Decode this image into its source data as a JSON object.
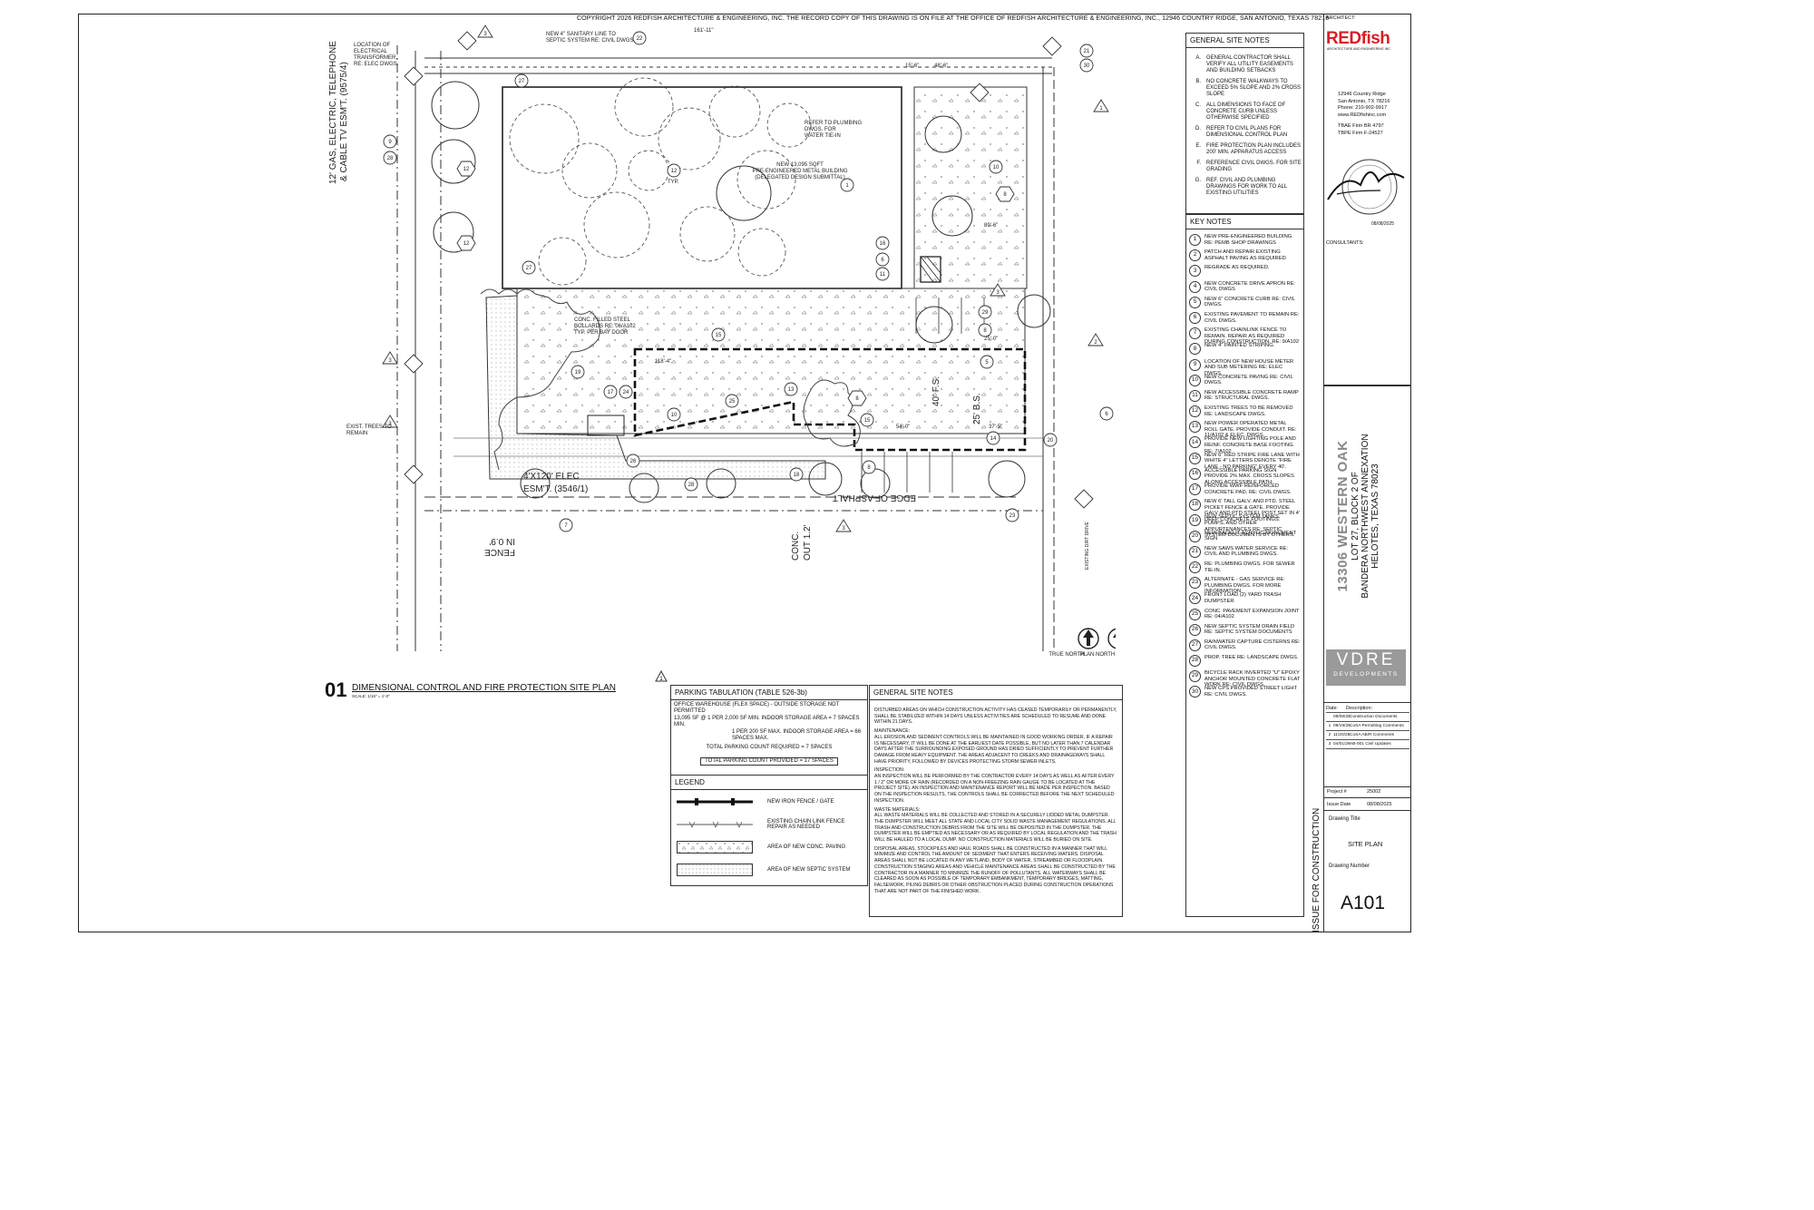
{
  "copyright": "COPYRIGHT 2026  REDFISH ARCHITECTURE & ENGINEERING, INC. THE RECORD COPY OF THIS DRAWING IS ON FILE AT THE OFFICE OF REDFISH ARCHITECTURE & ENGINEERING,  INC., 12946 COUNTRY RIDGE, SAN ANTONIO, TEXAS 78216",
  "drawing_title": {
    "number": "01",
    "title": "DIMENSIONAL CONTROL AND FIRE PROTECTION SITE PLAN",
    "scale": "SCALE: 1/16\" = 1'-0\""
  },
  "plan_labels": {
    "building": "NEW 13,095 SQFT",
    "building_line2": "PRE-ENGINEERED METAL BUILDING",
    "building_line3": "(DELEGATED DESIGN SUBMITTAL)",
    "sanitary": "NEW 4\" SANITARY LINE TO",
    "sanitary_line2": "SEPTIC SYSTEM RE: CIVIL DWGS.",
    "transformer": "LOCATION OF",
    "transformer_line2": "ELECTRICAL",
    "transformer_line3": "TRANSFORMER.",
    "transformer_line4": "RE: ELEC DWGS.",
    "plumbing": "REFER TO PLUMBING",
    "plumbing_line2": "DWGS. FOR",
    "plumbing_line3": "WATER TIE-IN",
    "bollards": "CONC. FILLED STEEL",
    "bollards_line2": "BOLLARDS RE: 06/A102",
    "bollards_line3": "TYP. PER BAY DOOR",
    "trees": "EXIST. TREES TO",
    "trees_line2": "REMAIN",
    "esmt_gas": "12' GAS, ELECTRIC, TELEPHONE",
    "esmt_gas_line2": "& CABLE TV ESM'T. (9575/4)",
    "esmt_elec": "4'X120' ELEC",
    "esmt_elec_line2": "ESM'T. (3546/1)",
    "fence": "FENCE",
    "fence_line2": "IN 0.9'",
    "conc": "CONC.",
    "conc_line2": "OUT 1.2'",
    "asphalt": "EDGE OF ASPHALT",
    "existing_drive": "EXISTING DIRT DRIVE",
    "fire_lane": "40' F.S.",
    "building_setback": "25' B.S.",
    "typ": "TYP.",
    "dim_top": "161'-11\"",
    "dim_right": "48'-6\"",
    "dim_15": "15'-6\"",
    "dim_25": "25'-0\"",
    "dim_54": "54'-0\"",
    "dim_37": "37'-5\"",
    "dim_89": "89'-6\"",
    "dim_118": "118'-4\"",
    "true_north": "TRUE NORTH",
    "plan_north": "PLAN NORTH"
  },
  "parking": {
    "title": "PARKING TABULATION (TABLE 526-3b)",
    "line1": "OFFICE WAREHOUSE (FLEX SPACE) - OUTSIDE STORAGE NOT PERMITTED",
    "line2": "13,095 SF @ 1 PER 2,000 SF MIN. INDOOR STORAGE AREA = 7 SPACES MIN.",
    "line3": "1 PER 200 SF MAX. INDOOR STORAGE AREA = 66 SPACES MAX.",
    "required": "TOTAL PARKING COUNT REQUIRED = 7 SPACES",
    "provided": "TOTAL PARKING COUNT PROVIDED = 17 SPACES"
  },
  "legend": {
    "title": "LEGEND",
    "items": [
      "NEW IRON FENCE / GATE",
      "EXISTING CHAIN LINK FENCE\nREPAIR AS NEEDED",
      "AREA OF NEW CONC. PAVING",
      "AREA OF NEW SEPTIC SYSTEM"
    ]
  },
  "general_notes_bottom": {
    "title": "GENERAL SITE NOTES",
    "paragraphs": [
      "DISTURBED AREAS ON WHICH CONSTRUCTION ACTIVITY HAS CEASED TEMPORARILY OR PERMANENTLY, SHALL BE STABILIZED WITHIN 14 DAYS UNLESS ACTIVITIES ARE SCHEDULED TO RESUME AND DONE WITHIN 21 DAYS.",
      "MAINTENANCE:",
      "ALL EROSION AND SEDIMENT CONTROLS WILL BE MAINTAINED IN GOOD WORKING ORDER. IF A REPAIR IS NECESSARY, IT WILL BE DONE AT THE EARLIEST DATE POSSIBLE, BUT NO LATER THAN 7 CALENDAR DAYS AFTER THE SURROUNDING EXPOSED GROUND HAS DRIED SUFFICIENTLY TO PREVENT FURTHER DAMAGE FROM HEAVY EQUIPMENT. THE AREAS ADJACENT TO CREEKS AND DRAINAGEWAYS SHALL HAVE PRIORITY, FOLLOWED BY DEVICES PROTECTING STORM SEWER INLETS.",
      "INSPECTION:",
      "AN INSPECTION WILL BE PERFORMED BY THE CONTRACTOR EVERY 14 DAYS AS WELL AS AFTER EVERY 1 / 2\" OR MORE OF RAIN (RECORDED ON A NON-FREEZING RAIN GAUGE TO BE LOCATED AT THE PROJECT SITE). AN INSPECTION AND MAINTENANCE REPORT WILL BE MADE PER INSPECTION. BASED ON THE INSPECTION RESULTS, THE CONTROLS SHALL BE CORRECTED BEFORE THE NEXT SCHEDULED INSPECTION.",
      "WASTE MATERIALS:",
      "ALL WASTE MATERIALS WILL BE COLLECTED AND STORED IN A SECURELY LIDDED METAL DUMPSTER. THE DUMPSTER WILL MEET ALL STATE AND LOCAL CITY SOLID WASTE MANAGEMENT REGULATIONS. ALL TRASH AND CONSTRUCTION DEBRIS FROM THE SITE WILL BE DEPOSITED IN THE DUMPSTER. THE DUMPSTER WILL BE EMPTIED AS NECESSARY OR AS REQUIRED BY LOCAL REGULATION AND THE TRASH WILL BE HAULED TO A LOCAL DUMP. NO CONSTRUCTION MATERIALS WILL BE BURIED ON SITE.",
      "DISPOSAL AREAS, STOCKPILES AND HAUL ROADS SHALL BE CONSTRUCTED IN A MANNER THAT WILL MINIMIZE AND CONTROL THE AMOUNT OF SEDIMENT THAT ENTERS RECEIVING WATERS. DISPOSAL AREAS SHALL NOT BE LOCATED IN ANY WETLAND, BODY OF WATER, STREAMBED OR FLOODPLAIN. CONSTRUCTION STAGING AREAS AND VEHICLE MAINTENANCE AREAS SHALL BE CONSTRUCTED BY THE CONTRACTOR IN A MANNER TO MINIMIZE THE RUNOFF OF POLLUTANTS. ALL WATERWAYS SHALL BE CLEARED AS SOON AS POSSIBLE OF TEMPORARY EMBANKMENT, TEMPORARY BRIDGES, MATTING, FALSEWORK, PILING DEBRIS OR OTHER OBSTRUCTION PLACED DURING CONSTRUCTION OPERATIONS THAT ARE NOT PART OF THE FINISHED WORK."
    ]
  },
  "general_notes_side": {
    "title": "GENERAL SITE NOTES",
    "items": [
      {
        "letter": "A.",
        "text": "GENERAL CONTRACTOR SHALL VERIFY ALL UTILITY EASEMENTS AND BUILDING SETBACKS"
      },
      {
        "letter": "B.",
        "text": "NO CONCRETE WALKWAYS TO EXCEED 5% SLOPE AND 2% CROSS SLOPE"
      },
      {
        "letter": "C.",
        "text": "ALL DIMENSIONS TO FACE OF CONCRETE CURB UNLESS OTHERWISE SPECIFIED"
      },
      {
        "letter": "D.",
        "text": "REFER TO CIVIL PLANS FOR DIMENSIONAL CONTROL PLAN"
      },
      {
        "letter": "E.",
        "text": "FIRE PROTECTION PLAN INCLUDES 200' MIN. APPARATUS ACCESS"
      },
      {
        "letter": "F.",
        "text": "REFERENCE CIVIL DWGS. FOR SITE GRADING"
      },
      {
        "letter": "G.",
        "text": "REF. CIVIL AND PLUMBING DRAWINGS FOR WORK TO ALL EXISTING UTILITIES"
      }
    ]
  },
  "key_notes": {
    "title": "KEY NOTES",
    "items": [
      {
        "n": "1",
        "text": "NEW PRE-ENGINEERED BUILDING RE: PEMB SHOP DRAWINGS"
      },
      {
        "n": "2",
        "text": "PATCH AND REPAIR EXISTING ASPHALT PAVING AS REQUIRED"
      },
      {
        "n": "3",
        "text": "REGRADE AS REQUIRED."
      },
      {
        "n": "4",
        "text": "NEW CONCRETE DRIVE APRON RE: CIVIL DWGS"
      },
      {
        "n": "5",
        "text": "NEW 6\" CONCRETE CURB RE: CIVIL DWGS."
      },
      {
        "n": "6",
        "text": "EXISTING PAVEMENT TO REMAIN RE: CIVIL DWGS."
      },
      {
        "n": "7",
        "text": "EXISTING CHAINLINK FENCE TO REMAIN. REPAIR AS REQUIRED DURING CONSTRUCTION.  RE: 9/A102"
      },
      {
        "n": "8",
        "text": "NEW 4\" PAINTED STRIPING."
      },
      {
        "n": "9",
        "text": "LOCATION OF NEW HOUSE METER AND SUB METERING RE: ELEC DWGS."
      },
      {
        "n": "10",
        "text": "NEW CONCRETE PAVING RE: CIVIL DWGS."
      },
      {
        "n": "11",
        "text": "NEW ACCESSIBLE CONCRETE RAMP RE: STRUCTURAL DWGS."
      },
      {
        "n": "12",
        "text": "EXISTING TREES TO BE REMOVED RE: LANDSCAPE DWGS."
      },
      {
        "n": "13",
        "text": "NEW POWER OPERATED METAL ROLL GATE. PROVIDE CONDUIT. RE: 11/A102 & ELEC. DWGS."
      },
      {
        "n": "14",
        "text": "PROVIDE NEW LIGHTING POLE AND REINF. CONCRETE BASE FOOTING. RE: 7/A102"
      },
      {
        "n": "15",
        "text": "NEW 6\" RED STRIPE FIRE LANE WITH WHITE 4\" LETTERS DENOTE \"FIRE LANE - NO PARKING\" EVERY 40'."
      },
      {
        "n": "16",
        "text": "ACCESSIBLE PARKING SIGN PROVIDE 2% MAX. CROSS SLOPES ALONG ACCESSIBLE PATH."
      },
      {
        "n": "17",
        "text": "PROVIDE WWF REINFORCED CONCRETE PAD. RE: CIVIL DWGS."
      },
      {
        "n": "18",
        "text": "NEW 6' TALL GALV. AND PTD. STEEL PICKET FENCE & GATE. PROVIDE GALV AND PTD STEEL POST SET IN 4' DEEP CONCRETE FOOTINGS."
      },
      {
        "n": "19",
        "text": "NEW SEPTIC SYSTEM TANKS, PUMPS, AND OTHER APPURTENANCES RE: SEPTIC SYSTEM DOCUMENTS BY OTHERS."
      },
      {
        "n": "20",
        "text": "NEW BACKLIT ACRYLIC MONUMENT SIGN"
      },
      {
        "n": "21",
        "text": "NEW SAWS WATER SERVICE RE: CIVIL AND PLUMBING DWGS."
      },
      {
        "n": "22",
        "text": "RE: PLUMBING DWGS. FOR SEWER TIE-IN."
      },
      {
        "n": "23",
        "text": "ALTERNATE  -  GAS SERVICE RE: PLUMBING DWGS. FOR MORE INFORMATION."
      },
      {
        "n": "24",
        "text": "FRONT LOAD (2) YARD TRASH DUMPSTER"
      },
      {
        "n": "25",
        "text": "CONC. PAVEMENT EXPANSION JOINT RE: 04/A102"
      },
      {
        "n": "26",
        "text": "NEW SEPTIC SYSTEM DRAIN FIELD RE: SEPTIC SYSTEM DOCUMENTS"
      },
      {
        "n": "27",
        "text": "RAINWATER CAPTURE CISTERNS RE: CIVIL DWGS."
      },
      {
        "n": "28",
        "text": "PROP. TREE RE: LANDSCAPE DWGS."
      },
      {
        "n": "29",
        "text": "BICYCLE RACK INVERTED \"U\" EPOXY ANCHOR MOUNTED CONCRETE FLAT WORK RE: CIVIL DWGS."
      },
      {
        "n": "30",
        "text": "NEW CPS PROVIDED STREET LIGHT RE: CIVIL DWGS."
      }
    ]
  },
  "title_block": {
    "architect_label": "ARCHITECT:",
    "firm_logo_red": "REDfish",
    "firm_logo_sub": "ARCHITECTURE AND ENGINEERING INC.",
    "address1": "12946 Country Ridge",
    "address2": "San Antonio, TX 78216",
    "phone": "Phone: 210-902-9917",
    "web": "www.REDfishinc.com",
    "tbae": "TBAE Firm BR 4797",
    "tbpe": "TBPE Firm F-24527",
    "seal_date": "08/08/2025",
    "consultants_label": "CONSULTANTS:",
    "project_name": "13306 WESTERN OAK",
    "project_line2": "LOT 27, BLOCK 2 OF",
    "project_line3": "BANDERA NORTHWEST ANNEXATION",
    "project_line4": "HELOTES, TEXAS 78023",
    "client_logo": "VDRE",
    "client_logo_sub": "DEVELOPMENTS",
    "rev_header_date": "Date:",
    "rev_header_desc": "Description:",
    "revisions": [
      {
        "num": "",
        "date": "08/08/25",
        "desc": "Construction Documents"
      },
      {
        "num": "1",
        "date": "09/19/25",
        "desc": "CoSA Permitting Comments"
      },
      {
        "num": "2",
        "date": "11/20/25",
        "desc": "CoSA AB/R Comments"
      },
      {
        "num": "3",
        "date": "04/01/26",
        "desc": "AB-001 Civil Updates"
      }
    ],
    "project_no_label": "Project #",
    "project_no": "25002",
    "issue_date_label": "Issue Date",
    "issue_date": "08/08/2025",
    "issue_stamp": "ISSUE FOR CONSTRUCTION",
    "drawing_title_label": "Drawing Title",
    "drawing_title": "SITE PLAN",
    "drawing_number_label": "Drawing Number",
    "drawing_number": "A101"
  },
  "colors": {
    "logo_red": "#d81f26",
    "line": "#222222",
    "vdre_bg": "#9a9a9a"
  },
  "icons": [
    "north-arrow-icon",
    "plan-north-arrow-icon",
    "revision-triangle-icon",
    "tree-icon",
    "professional-seal-icon"
  ]
}
